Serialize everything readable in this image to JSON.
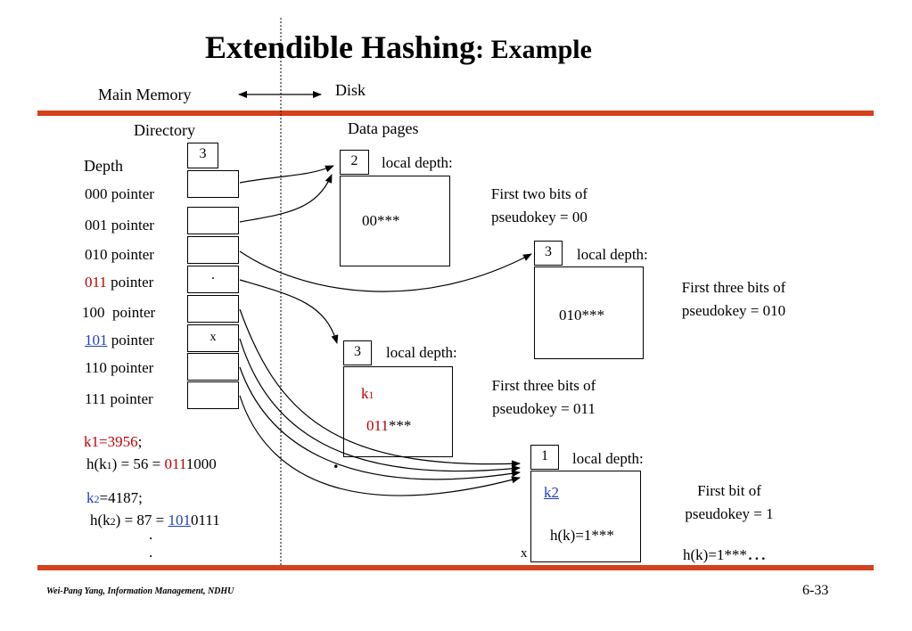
{
  "slide": {
    "title_main": "Extendible Hashing",
    "title_colon_example": ": Example",
    "main_memory": "Main Memory",
    "disk": "Disk",
    "directory": "Directory",
    "data_pages": "Data pages",
    "depth": "Depth",
    "global_depth": "3",
    "directory_entries": [
      {
        "bits": "000",
        "rest": " pointer"
      },
      {
        "bits": "001",
        "rest": " pointer"
      },
      {
        "bits": "010",
        "rest": " pointer"
      },
      {
        "bits": "011",
        "rest": " pointer"
      },
      {
        "bits": "100",
        "rest": "  pointer"
      },
      {
        "bits": "101",
        "rest": " pointer"
      },
      {
        "bits": "110",
        "rest": " pointer"
      },
      {
        "bits": "111",
        "rest": " pointer"
      }
    ],
    "dir_cell_marks": {
      "dot": ".",
      "x": "x"
    },
    "buckets": [
      {
        "depth": "2",
        "local_depth_label": "local depth:",
        "content": "00***",
        "desc1": "First two bits of",
        "desc2": "pseudokey = 00"
      },
      {
        "depth": "3",
        "local_depth_label": "local depth:",
        "content": "010***",
        "desc1": "First three bits of",
        "desc2": "pseudokey = 010"
      },
      {
        "depth": "3",
        "local_depth_label": "local depth:",
        "key": "k",
        "key_sub": "1",
        "content_red": "011",
        "content_rest": "***",
        "desc1": "First three bits of",
        "desc2": "pseudokey = 011"
      },
      {
        "depth": "1",
        "local_depth_label": "local depth:",
        "key": "k2",
        "content": "h(k)=1***",
        "desc1": "First  bit of",
        "desc2": "pseudokey = 1"
      }
    ],
    "bottom_note": "h(k)=1***",
    "bottom_ellipsis": "…",
    "x_mark": "x",
    "big_dot": ".",
    "k1_line1_red": "k1=3956",
    "k1_line1_rest": ";",
    "k1_line2_a": "h(k",
    "k1_line2_sub": "1",
    "k1_line2_b": ") = 56 = ",
    "k1_line2_red": "011",
    "k1_line2_c": "1000",
    "k2_line1_blue": "k",
    "k2_line1_sub": "2",
    "k2_line1_rest": "=4187;",
    "k2_line2_a": "h(k",
    "k2_line2_sub": "2",
    "k2_line2_b": ") = 87 = ",
    "k2_line2_blue": "101",
    "k2_line2_c": "0111",
    "vdots": ".",
    "footer_left": "Wei-Pang Yang, Information Management, NDHU",
    "footer_right": "6-33"
  },
  "colors": {
    "rule": "#d6401a",
    "red": "#c00000",
    "blue": "#1f3fbf"
  }
}
